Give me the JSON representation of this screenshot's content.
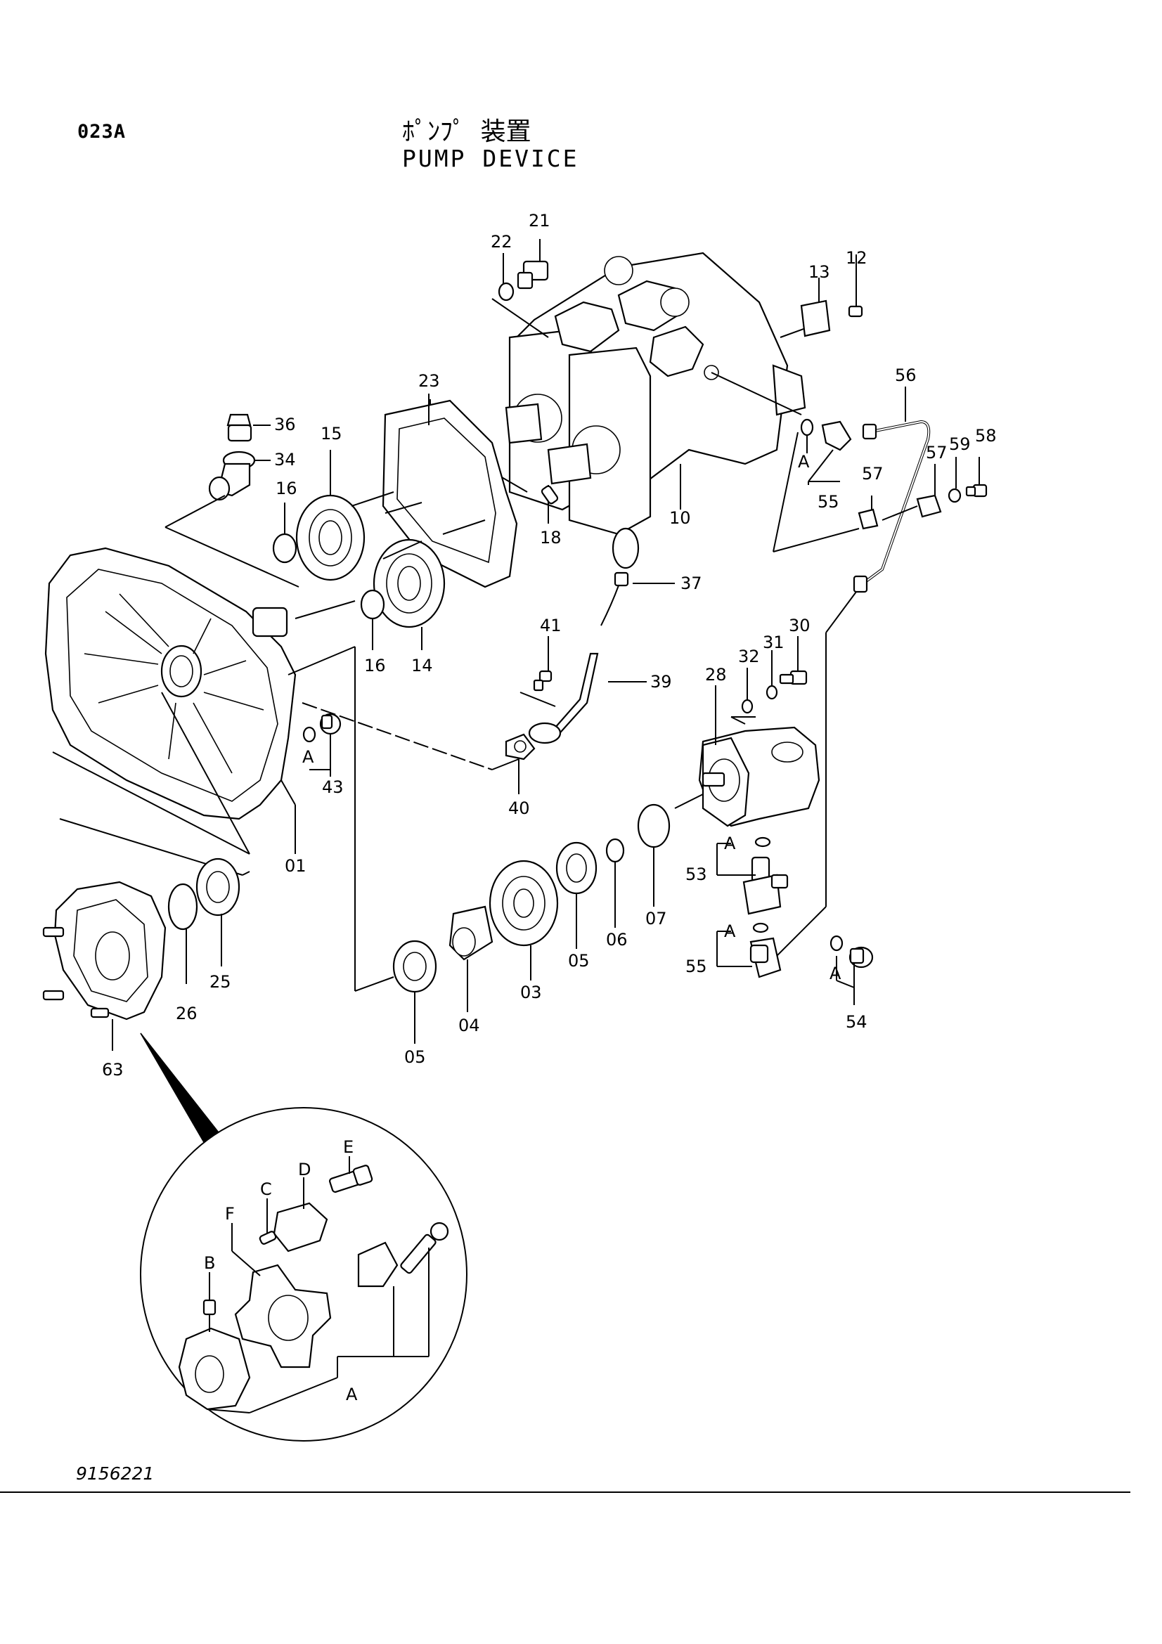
{
  "header": {
    "code": "023A",
    "title_jp": "ﾎﾟﾝﾌﾟ 装置",
    "title_en": "PUMP DEVICE"
  },
  "footer": {
    "drawing_no": "9156221"
  },
  "callouts": {
    "c01": "01",
    "c03": "03",
    "c04": "04",
    "c05a": "05",
    "c05b": "05",
    "c06": "06",
    "c07": "07",
    "c10": "10",
    "c12": "12",
    "c13": "13",
    "c14": "14",
    "c15": "15",
    "c16a": "16",
    "c16b": "16",
    "c18": "18",
    "c21": "21",
    "c22": "22",
    "c23": "23",
    "c25": "25",
    "c26": "26",
    "c28": "28",
    "c30": "30",
    "c31": "31",
    "c32": "32",
    "c34": "34",
    "c36": "36",
    "c37": "37",
    "c39": "39",
    "c40": "40",
    "c41": "41",
    "c43": "43",
    "c53": "53",
    "c54": "54",
    "c55a": "55",
    "c55b": "55",
    "c56": "56",
    "c57a": "57",
    "c57b": "57",
    "c58": "58",
    "c59": "59",
    "c63": "63",
    "a1": "A",
    "a2": "A",
    "a3": "A",
    "a4": "A",
    "a5": "A",
    "a6": "A",
    "dB": "B",
    "dC": "C",
    "dD": "D",
    "dE": "E",
    "dF": "F"
  }
}
